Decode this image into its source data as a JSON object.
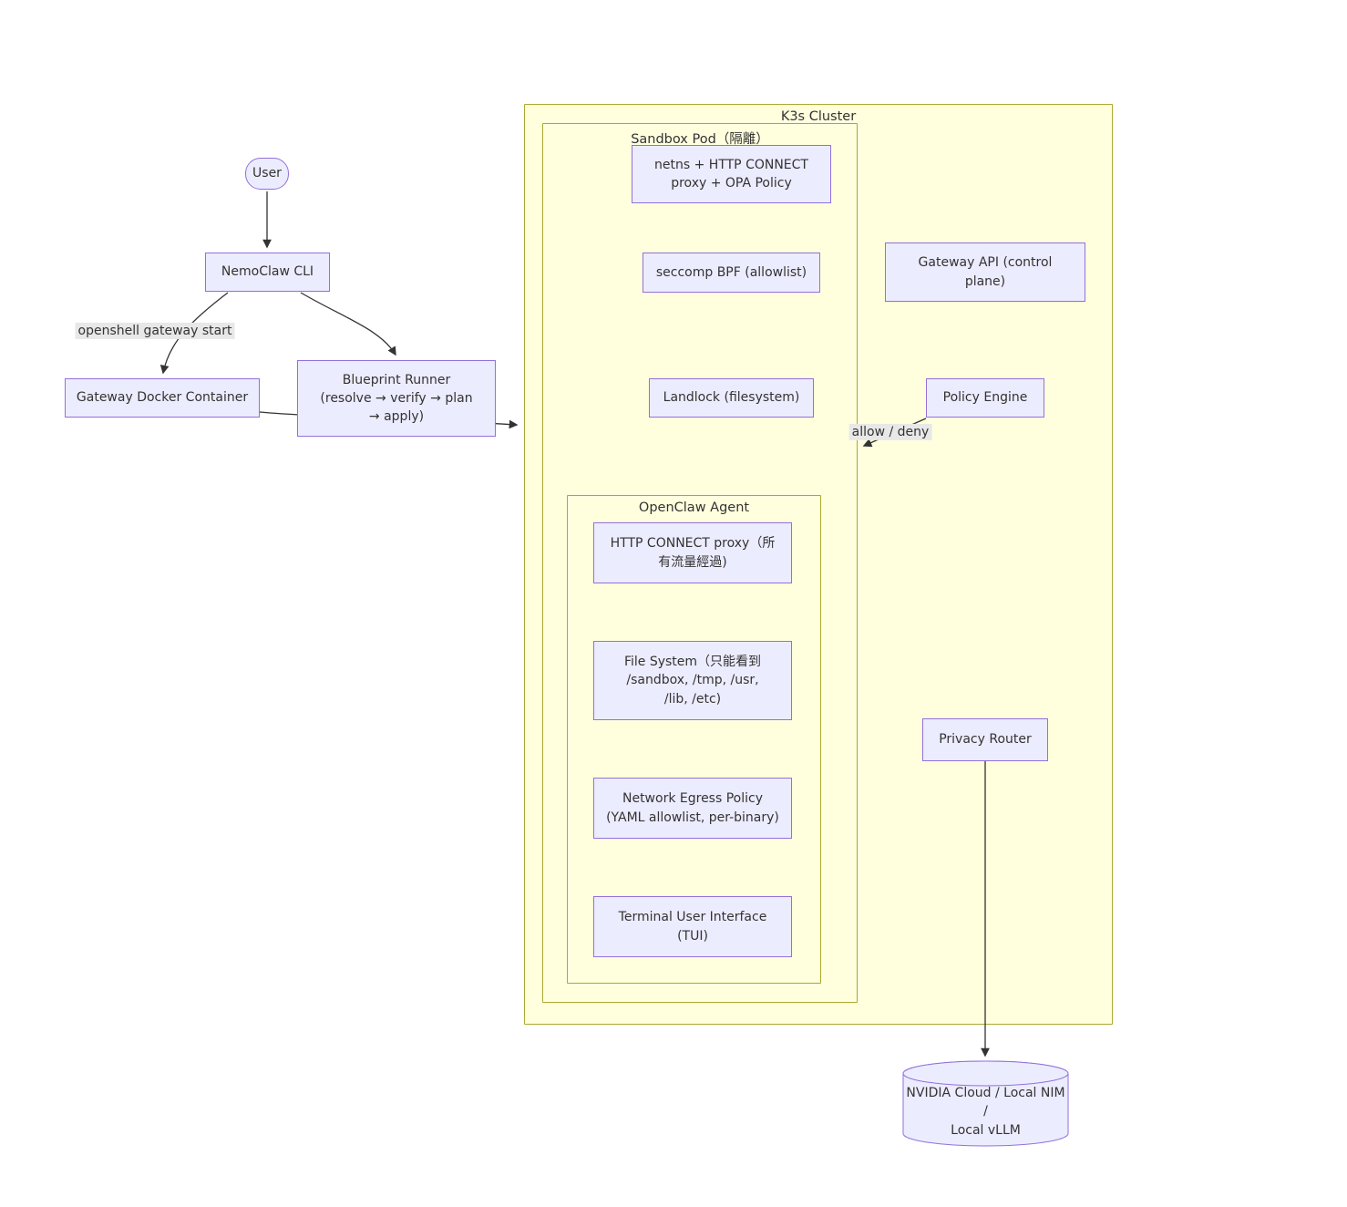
{
  "diagram": {
    "colors": {
      "node_fill": "#ECECFF",
      "node_border": "#9370DB",
      "cluster_fill": "#ffffde",
      "cluster_border": "#aaaa33",
      "edge": "#333333",
      "edge_label_bg": "#e8e8e8",
      "text": "#333333",
      "background": "#ffffff"
    },
    "clusters": {
      "k3s": {
        "label": "K3s Cluster"
      },
      "sandbox_pod": {
        "label": "Sandbox Pod（隔離）"
      },
      "openclaw_agent": {
        "label": "OpenClaw Agent"
      }
    },
    "nodes": {
      "user": {
        "label": "User",
        "shape": "stadium"
      },
      "nemoclaw_cli": {
        "label": "NemoClaw CLI",
        "shape": "rect"
      },
      "gateway_docker": {
        "label": "Gateway Docker Container",
        "shape": "rect"
      },
      "blueprint_runner": {
        "label": "Blueprint Runner\n(resolve → verify → plan\n→ apply)",
        "shape": "rect"
      },
      "netns": {
        "label": "netns + HTTP CONNECT\nproxy + OPA Policy",
        "shape": "rect"
      },
      "seccomp": {
        "label": "seccomp BPF (allowlist)",
        "shape": "rect"
      },
      "gateway_api": {
        "label": "Gateway API (control\nplane)",
        "shape": "rect"
      },
      "landlock": {
        "label": "Landlock (filesystem)",
        "shape": "rect"
      },
      "policy_engine": {
        "label": "Policy Engine",
        "shape": "rect"
      },
      "http_proxy": {
        "label": "HTTP CONNECT proxy（所\n有流量經過)",
        "shape": "rect"
      },
      "file_system": {
        "label": "File System（只能看到\n/sandbox, /tmp, /usr,\n/lib, /etc)",
        "shape": "rect"
      },
      "network_egress": {
        "label": "Network Egress Policy\n(YAML allowlist, per-binary)",
        "shape": "rect"
      },
      "tui": {
        "label": "Terminal User Interface\n(TUI)",
        "shape": "rect"
      },
      "privacy_router": {
        "label": "Privacy Router",
        "shape": "rect"
      },
      "llm_backend": {
        "label": "NVIDIA Cloud / Local NIM /\nLocal vLLM",
        "shape": "cylinder"
      }
    },
    "edges": [
      {
        "from": "User",
        "to": "NemoClaw CLI",
        "label": ""
      },
      {
        "from": "NemoClaw CLI",
        "to": "Gateway Docker Container",
        "label": "openshell gateway start"
      },
      {
        "from": "NemoClaw CLI",
        "to": "Blueprint Runner",
        "label": ""
      },
      {
        "from": "Gateway Docker Container",
        "to": "K3s Cluster",
        "label": ""
      },
      {
        "from": "Policy Engine",
        "to": "Sandbox Pod（隔離）",
        "label": "allow / deny"
      },
      {
        "from": "Privacy Router",
        "to": "NVIDIA Cloud / Local NIM / Local vLLM",
        "label": ""
      }
    ]
  }
}
